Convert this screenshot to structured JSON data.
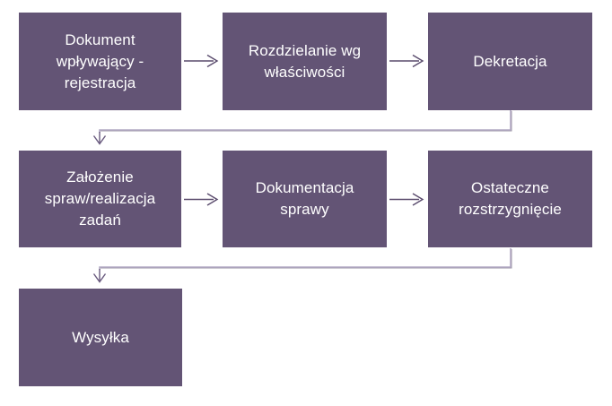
{
  "diagram": {
    "type": "flowchart",
    "colors": {
      "background": "#ffffff",
      "box_fill": "#635475",
      "box_text": "#ffffff",
      "straight_arrow": "#5a4b6d",
      "elbow_line": "#b2a9c3",
      "elbow_shadow": "#9b95a4",
      "elbow_arrow": "#695a7e"
    },
    "nodes": [
      {
        "name": "dokument-wplywajacy-rejestracja",
        "label": "Dokument wpływający - rejestracja",
        "lines": [
          "Dokument",
          "wpływający -",
          "rejestracja"
        ]
      },
      {
        "name": "rozdzielanie-wg-wlasciwosci",
        "label": "Rozdzielanie wg właściwości",
        "lines": [
          "Rozdzielanie wg",
          "właściwości"
        ]
      },
      {
        "name": "dekretacja",
        "label": "Dekretacja",
        "lines": [
          "Dekretacja"
        ]
      },
      {
        "name": "zalozenie-spraw-realizacja-zadan",
        "label": "Założenie spraw/realizacja zadań",
        "lines": [
          "Założenie",
          "spraw/realizacja",
          "zadań"
        ]
      },
      {
        "name": "dokumentacja-sprawy",
        "label": "Dokumentacja sprawy",
        "lines": [
          "Dokumentacja",
          "sprawy"
        ]
      },
      {
        "name": "ostateczne-rozstrzygniecie",
        "label": "Ostateczne rozstrzygnięcie",
        "lines": [
          "Ostateczne",
          "rozstrzygnięcie"
        ]
      },
      {
        "name": "wysylka",
        "label": "Wysyłka",
        "lines": [
          "Wysyłka"
        ]
      }
    ],
    "connections": [
      {
        "from": "Dokument wpływający - rejestracja",
        "to": "Rozdzielanie wg właściwości",
        "style": "straight-arrow"
      },
      {
        "from": "Rozdzielanie wg właściwości",
        "to": "Dekretacja",
        "style": "straight-arrow"
      },
      {
        "from": "Dekretacja",
        "to": "Założenie spraw/realizacja zadań",
        "style": "elbow-arrow"
      },
      {
        "from": "Założenie spraw/realizacja zadań",
        "to": "Dokumentacja sprawy",
        "style": "straight-arrow"
      },
      {
        "from": "Dokumentacja sprawy",
        "to": "Ostateczne rozstrzygnięcie",
        "style": "straight-arrow"
      },
      {
        "from": "Ostateczne rozstrzygnięcie",
        "to": "Wysyłka",
        "style": "elbow-arrow"
      }
    ]
  }
}
